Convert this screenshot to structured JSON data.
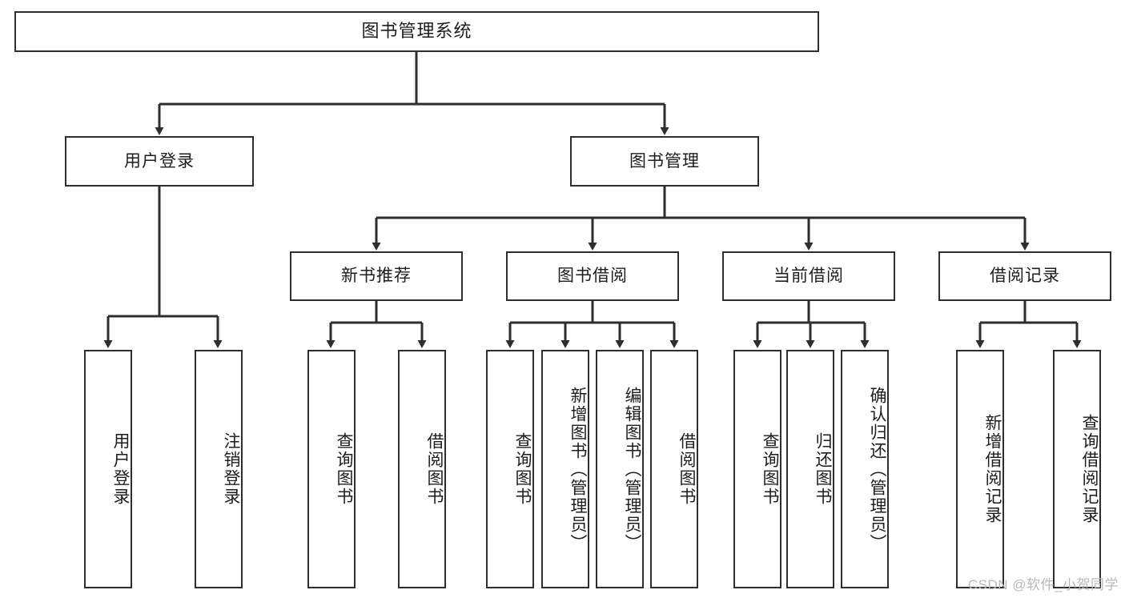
{
  "diagram": {
    "title": "图书管理系统",
    "type": "hierarchy-tree",
    "watermark": "CSDN @软件_小贺同学",
    "colors": {
      "box_border": "#2e2e2e",
      "box_fill": "#ffffff",
      "connector": "#2e2e2e",
      "text": "#1d1d1d",
      "watermark": "#b9b9b9"
    },
    "nodes": {
      "root": {
        "label": "图书管理系统"
      },
      "level2": [
        {
          "label": "用户登录"
        },
        {
          "label": "图书管理"
        }
      ],
      "level3": [
        {
          "label": "新书推荐"
        },
        {
          "label": "图书借阅"
        },
        {
          "label": "当前借阅"
        },
        {
          "label": "借阅记录"
        }
      ],
      "leaves": {
        "user_login": [
          {
            "label": "用户登录"
          },
          {
            "label": "注销登录"
          }
        ],
        "new_book_recommend": [
          {
            "label": "查询图书"
          },
          {
            "label": "借阅图书"
          }
        ],
        "book_borrow": [
          {
            "label": "查询图书"
          },
          {
            "label": "新增图书（管理员）"
          },
          {
            "label": "编辑图书（管理员）"
          },
          {
            "label": "借阅图书"
          }
        ],
        "current_borrow": [
          {
            "label": "查询图书"
          },
          {
            "label": "归还图书"
          },
          {
            "label": "确认归还（管理员）"
          }
        ],
        "borrow_record": [
          {
            "label": "新增借阅记录"
          },
          {
            "label": "查询借阅记录"
          }
        ]
      }
    }
  }
}
